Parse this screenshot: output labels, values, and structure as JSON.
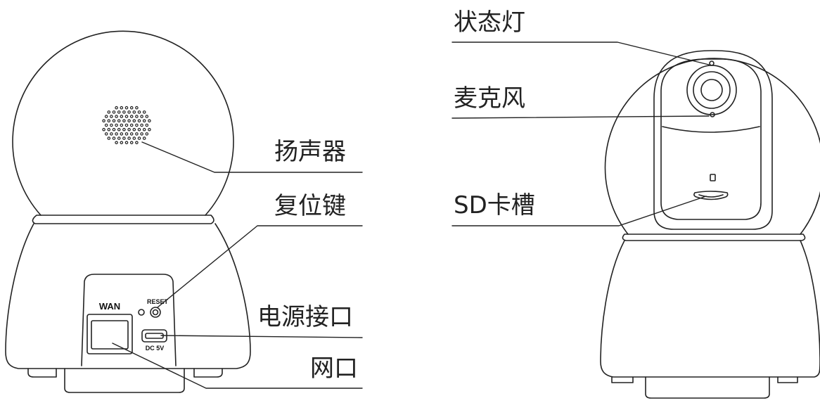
{
  "labels": {
    "speaker": "扬声器",
    "reset_key": "复位键",
    "power_port": "电源接口",
    "network_port": "网口",
    "status_light": "状态灯",
    "microphone": "麦克风",
    "sd_slot": "SD卡槽"
  },
  "panel": {
    "wan": "WAN",
    "reset": "RESET",
    "dc": "DC 5V"
  },
  "colors": {
    "stroke": "#222222",
    "text": "#222222",
    "background": "#ffffff"
  }
}
